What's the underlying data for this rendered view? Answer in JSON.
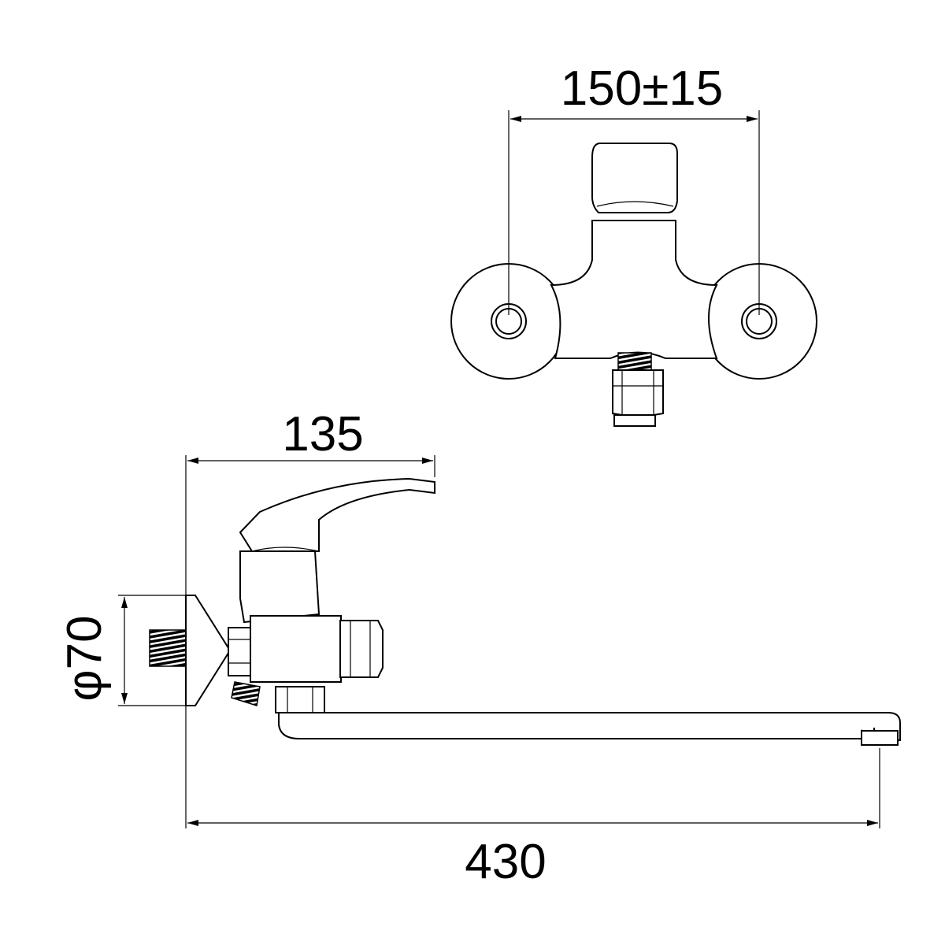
{
  "drawing": {
    "top_view": {
      "dimension_label": "150±15"
    },
    "side_view": {
      "handle_dimension_label": "135",
      "flange_diameter_label": "φ70",
      "overall_length_label": "430"
    },
    "colors": {
      "line": "#000000",
      "background": "#ffffff"
    }
  }
}
